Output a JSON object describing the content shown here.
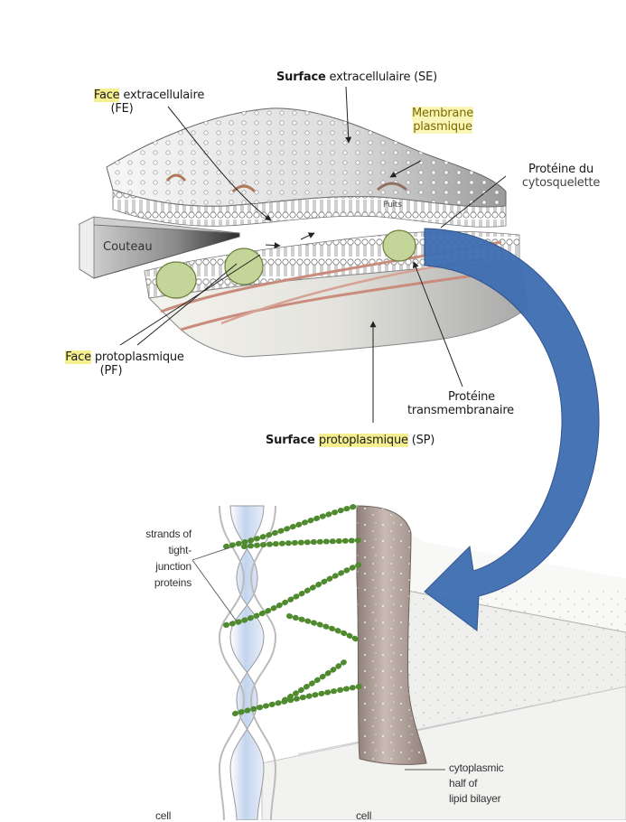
{
  "top_diagram": {
    "surface_extracellulaire": {
      "bold": "Surface",
      "rest": " extracellulaire (SE)"
    },
    "face_extracellulaire": {
      "hl": "Face",
      "rest": " extracellulaire",
      "abbr": "(FE)"
    },
    "membrane": {
      "line1": "Membrane",
      "line2": "plasmique"
    },
    "proteine_cyto": {
      "line1": "Protéine du",
      "line2": "cytosquelette"
    },
    "puits": "Puits",
    "couteau": "Couteau",
    "face_protoplasmique": {
      "hl": "Face",
      "rest": " protoplasmique",
      "abbr": "(PF)"
    },
    "proteine_trans": {
      "line1": "Protéine",
      "line2": "transmembranaire"
    },
    "surface_protoplasmique": {
      "bold": "Surface ",
      "hl": "protoplasmique",
      "rest": " (SP)"
    }
  },
  "bottom_diagram": {
    "strands": {
      "line1": "strands of",
      "line2": "tight-",
      "line3": "junction",
      "line4": "proteins"
    },
    "cytoplasmic": {
      "line1": "cytoplasmic",
      "line2": "half of",
      "line3": "lipid bilayer"
    },
    "cell_left": "cell",
    "cell_right": "cell"
  },
  "colors": {
    "arrow": "#3f6fb3",
    "highlight": "#f6ef8f",
    "protein": "#c4d59a",
    "strand": "#4f8a2e",
    "fiber": "#c98b7c"
  }
}
